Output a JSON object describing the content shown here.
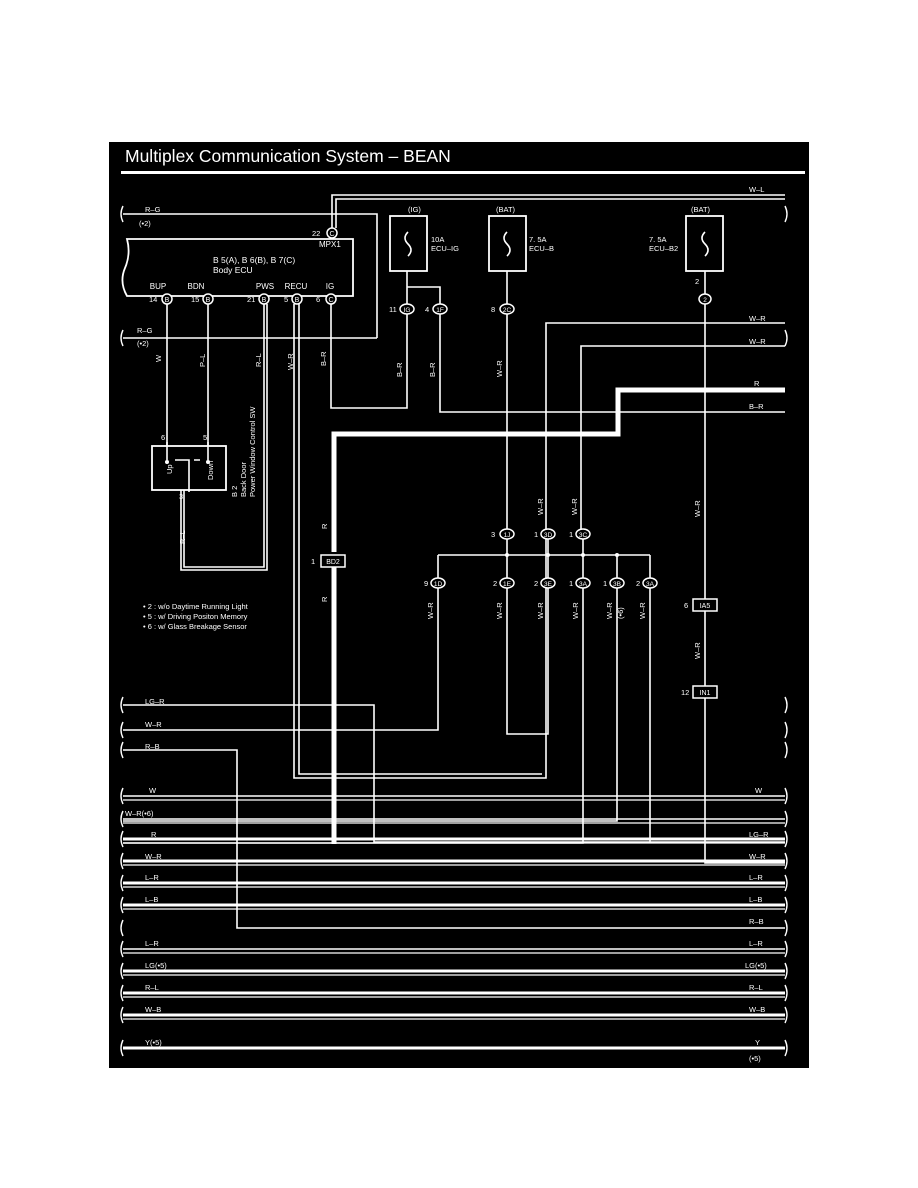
{
  "title": "Multiplex Communication System – BEAN",
  "ecu": {
    "names": "B 5(A), B 6(B), B 7(C)",
    "label": "Body ECU",
    "top_pin_number": "22",
    "top_pin_conn": "C",
    "top_pin_name": "MPX1",
    "pins": [
      {
        "name": "BUP",
        "num": "14",
        "conn": "B"
      },
      {
        "name": "BDN",
        "num": "15",
        "conn": "B"
      },
      {
        "name": "PWS",
        "num": "21",
        "conn": "B"
      },
      {
        "name": "RECU",
        "num": "5",
        "conn": "B"
      },
      {
        "name": "IG",
        "num": "6",
        "conn": "C"
      }
    ]
  },
  "fuses": [
    {
      "supply": "(IG)",
      "rating": "10A",
      "name": "ECU–IG"
    },
    {
      "supply": "(BAT)",
      "rating": "7. 5A",
      "name": "ECU–B"
    },
    {
      "supply": "(BAT)",
      "rating": "7. 5A",
      "name": "ECU–B2"
    }
  ],
  "switch": {
    "up": "Up",
    "down": "Down",
    "id": "B 2",
    "name1": "Back Door",
    "name2": "Power Window Control SW",
    "pin_up": "6",
    "pin_down": "5",
    "pin_common": "3"
  },
  "notes": [
    "• 2 : w/o Daytime Running Light",
    "• 5 : w/ Driving Positon Memory",
    "• 6 : w/ Glass Breakage Sensor"
  ],
  "left_top": {
    "rg1": "R–G",
    "m2a": "(•2)",
    "rg2": "R–G",
    "m2b": "(•2)"
  },
  "vlabels": {
    "w": "W",
    "pl": "P–L",
    "rl": "R–L",
    "wr1": "W–R",
    "br1": "B–R",
    "br2": "B–R",
    "br3": "B–R",
    "wr2": "W–R",
    "wr3": "W–R",
    "wr4": "W–R",
    "r1": "R",
    "r2": "R",
    "rl2": "R–L",
    "wr5": "W–R",
    "wr6": "W–R",
    "wr7": "W–R",
    "wr8": "W–R",
    "wr9": "W–R",
    "wr10": "W–R",
    "wr11": "W–R",
    "m6": "(•6)",
    "wr12": "W–R"
  },
  "j": {
    "ig11": "11",
    "ig11c": "IG",
    "f4": "4",
    "f4c": "1F",
    "c8": "8",
    "c8c": "2C",
    "n2": "2",
    "n2c": "2",
    "j3": "3",
    "j3c": "1J",
    "d1": "1",
    "d1c": "3D",
    "c1": "1",
    "c1c": "3C",
    "bd1": "1",
    "bd1c": "BD2",
    "p9": "9",
    "p9c": "1D",
    "p2a": "2",
    "p2ac": "1E",
    "p2b": "2",
    "p2bc": "3E",
    "p1a": "1",
    "p1ac": "3A",
    "p1b": "1",
    "p1bc": "3B",
    "p2c": "2",
    "p2cc": "3A",
    "ia6": "6",
    "ia6c": "IA5",
    "in12": "12",
    "in12c": "IN1"
  },
  "right_top": {
    "wl": "W–L",
    "wr1": "W–R",
    "wr2": "W–R",
    "r": "R",
    "br": "B–R"
  },
  "left_wires": [
    "LG–R",
    "W–R",
    "R–B",
    "W",
    "W–R(•6)",
    "R",
    "W–R",
    "L–R",
    "L–B",
    "",
    "L–R",
    "LG(•5)",
    "R–L",
    "W–B",
    "Y(•5)"
  ],
  "right_wires": [
    "",
    "",
    "",
    "W",
    "",
    "LG–R",
    "W–R",
    "L–R",
    "L–B",
    "R–B",
    "L–R",
    "LG(•5)",
    "R–L",
    "W–B",
    "Y"
  ],
  "right_bottom_note": "(•5)"
}
